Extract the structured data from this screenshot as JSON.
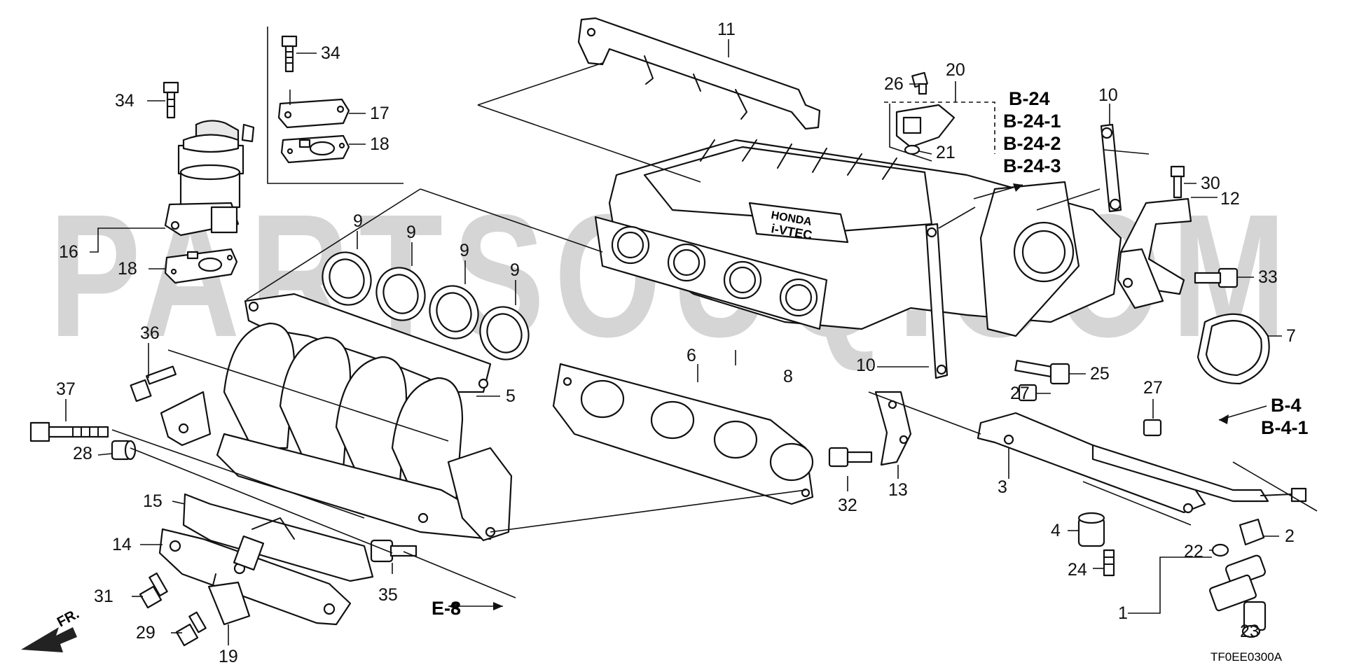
{
  "diagram": {
    "watermark": "PARTSOUQ.COM",
    "drawing_code": "TF0EE0300A",
    "front_indicator": "FR.",
    "emblem_text": [
      "HONDA",
      "i-VTEC"
    ],
    "callouts": {
      "c1": "1",
      "c2": "2",
      "c3": "3",
      "c4": "4",
      "c5": "5",
      "c6": "6",
      "c7": "7",
      "c8": "8",
      "c9a": "9",
      "c9b": "9",
      "c9c": "9",
      "c9d": "9",
      "c10a": "10",
      "c10b": "10",
      "c11": "11",
      "c12": "12",
      "c13": "13",
      "c14": "14",
      "c15": "15",
      "c16": "16",
      "c17": "17",
      "c18a": "18",
      "c18b": "18",
      "c19": "19",
      "c20": "20",
      "c21": "21",
      "c22": "22",
      "c23": "23",
      "c24": "24",
      "c25": "25",
      "c26": "26",
      "c27a": "27",
      "c27b": "27",
      "c28": "28",
      "c29": "29",
      "c30": "30",
      "c31": "31",
      "c32": "32",
      "c33": "33",
      "c34a": "34",
      "c34b": "34",
      "c35": "35",
      "c36": "36",
      "c37": "37"
    },
    "references": {
      "b24": "B-24",
      "b241": "B-24-1",
      "b242": "B-24-2",
      "b243": "B-24-3",
      "b4": "B-4",
      "b41": "B-4-1",
      "e8": "E-8"
    }
  }
}
